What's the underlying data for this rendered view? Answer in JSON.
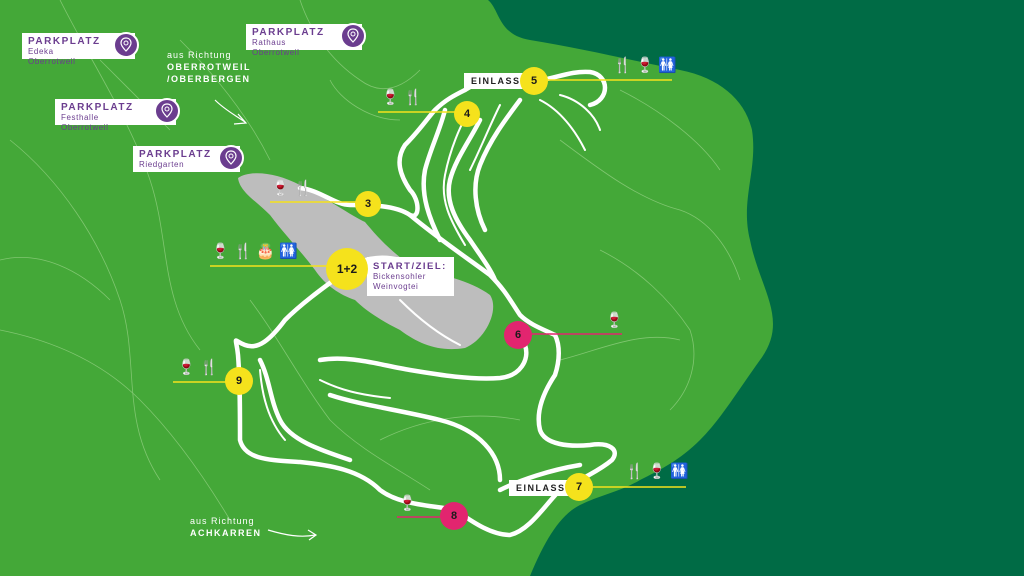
{
  "parking": [
    {
      "title": "PARKPLATZ",
      "subtitle": "Edeka Oberrotweil",
      "icon": "location-pin-icon"
    },
    {
      "title": "PARKPLATZ",
      "subtitle": "Rathaus Oberrotweil",
      "icon": "location-pin-icon"
    },
    {
      "title": "PARKPLATZ",
      "subtitle": "Festhalle Oberrotweil",
      "icon": "location-pin-icon"
    },
    {
      "title": "PARKPLATZ",
      "subtitle": "Riedgarten",
      "icon": "location-pin-icon"
    }
  ],
  "directions": [
    {
      "prefix": "aus Richtung",
      "line1": "OBERROTWEIL",
      "line2": "/OBERBERGEN"
    },
    {
      "prefix": "aus Richtung",
      "line1": "ACHKARREN",
      "line2": ""
    }
  ],
  "start": {
    "title": "START/ZIEL:",
    "line1": "Bickensohler",
    "line2": "Weinvogtei"
  },
  "einlass_label": "EINLASS",
  "stations": [
    {
      "label": "1+2",
      "color": "yellow",
      "icons": [
        "wine-glass-icon",
        "cutlery-icon",
        "cake-icon",
        "toilets-icon"
      ]
    },
    {
      "label": "3",
      "color": "yellow",
      "icons": [
        "wine-glass-icon",
        "cutlery-icon"
      ]
    },
    {
      "label": "4",
      "color": "yellow",
      "icons": [
        "wine-glass-icon",
        "cutlery-icon"
      ]
    },
    {
      "label": "5",
      "color": "yellow",
      "icons": [
        "cutlery-icon",
        "wine-glass-icon",
        "toilets-icon"
      ]
    },
    {
      "label": "6",
      "color": "pink",
      "icons": [
        "wine-glass-icon"
      ]
    },
    {
      "label": "7",
      "color": "yellow",
      "icons": [
        "cutlery-icon",
        "wine-glass-icon",
        "toilets-icon"
      ]
    },
    {
      "label": "8",
      "color": "pink",
      "icons": [
        "wine-glass-icon"
      ]
    },
    {
      "label": "9",
      "color": "yellow",
      "icons": [
        "wine-glass-icon",
        "cutlery-icon"
      ]
    }
  ],
  "colors": {
    "forest": "#006b45",
    "vineyard": "#44a838",
    "route": "#ffffff",
    "town": "#bdbdbd",
    "station_yellow": "#f5e21c",
    "station_pink": "#e2256f",
    "parking_purple": "#6b3d8f"
  }
}
